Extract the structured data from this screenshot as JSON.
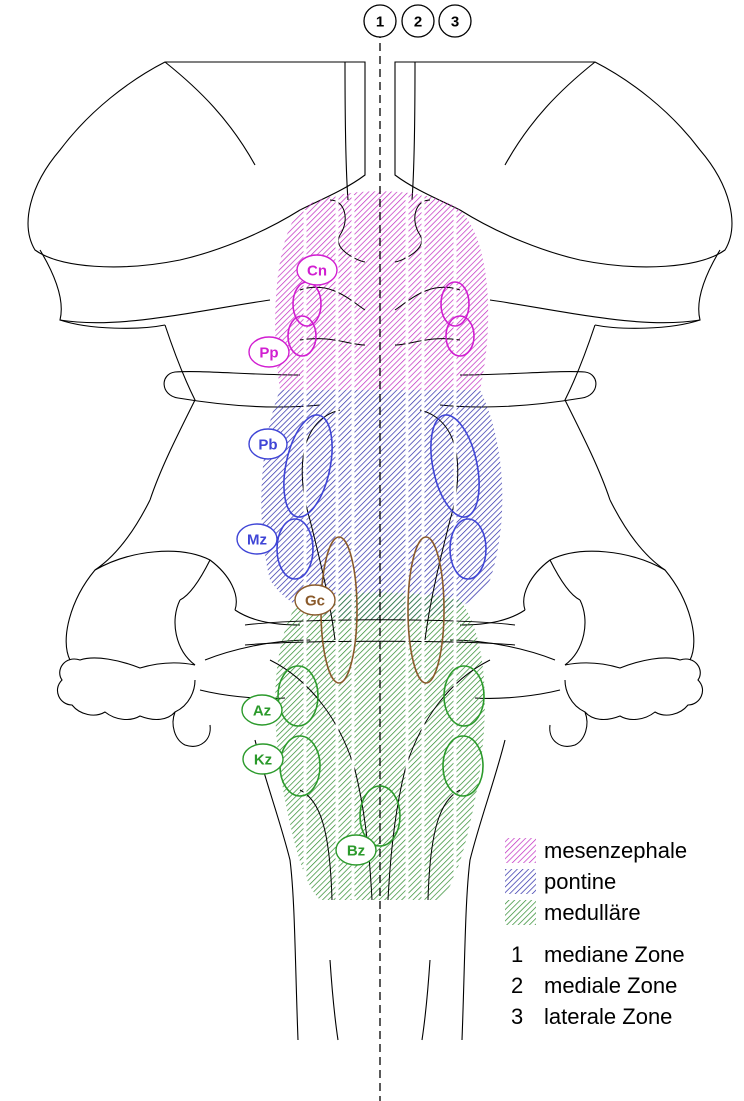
{
  "zones": [
    {
      "num": "1"
    },
    {
      "num": "2"
    },
    {
      "num": "3"
    }
  ],
  "nuclei": [
    {
      "abbr": "Cn",
      "color": "#d11ed1"
    },
    {
      "abbr": "Pp",
      "color": "#d11ed1"
    },
    {
      "abbr": "Pb",
      "color": "#3f45d6"
    },
    {
      "abbr": "Mz",
      "color": "#3f45d6"
    },
    {
      "abbr": "Gc",
      "color": "#8a5a2b"
    },
    {
      "abbr": "Az",
      "color": "#2b9a2b"
    },
    {
      "abbr": "Kz",
      "color": "#2b9a2b"
    },
    {
      "abbr": "Bz",
      "color": "#2b9a2b"
    }
  ],
  "legend": {
    "regions": [
      {
        "label": "mesenzephale",
        "color": "#c12bc1"
      },
      {
        "label": "pontine",
        "color": "#2a2aa8"
      },
      {
        "label": "medulläre",
        "color": "#2c8a2c"
      }
    ],
    "zones": [
      {
        "num": "1",
        "label": "mediane Zone"
      },
      {
        "num": "2",
        "label": "mediale Zone"
      },
      {
        "num": "3",
        "label": "laterale Zone"
      }
    ]
  }
}
